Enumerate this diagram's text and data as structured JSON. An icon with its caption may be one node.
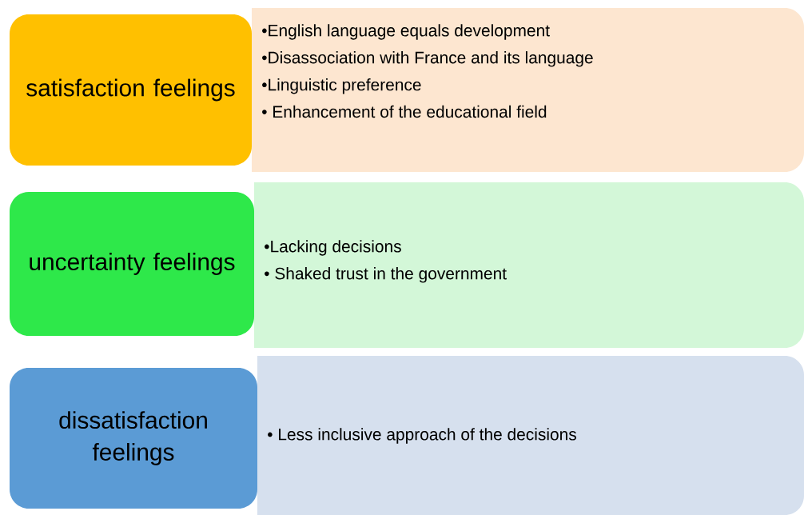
{
  "diagram": {
    "nodes": [
      {
        "text": [
          "satisfaction feelings"
        ]
      },
      {
        "text": [
          "•English language equals development",
          "•Disassociation with France and its language",
          "•Linguistic preference",
          "• Enhancement of the educational field"
        ]
      },
      {
        "text": [
          "uncertainty feelings"
        ]
      },
      {
        "text": [
          "•Lacking decisions",
          "• Shaked trust in the government"
        ]
      },
      {
        "text": [
          "dissatisfaction feelings"
        ]
      },
      {
        "text": [
          "• Less inclusive approach of the decisions"
        ]
      }
    ]
  }
}
